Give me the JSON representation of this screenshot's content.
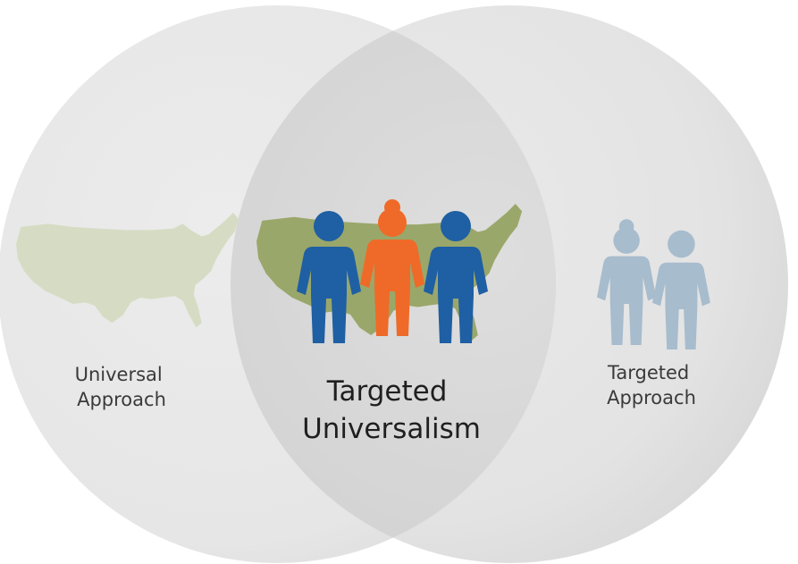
{
  "diagram": {
    "left_circle": {
      "label_line1": "Universal",
      "label_line2": "Approach"
    },
    "center_overlap": {
      "label_line1": "Targeted",
      "label_line2": "Universalism"
    },
    "right_circle": {
      "label_line1": "Targeted",
      "label_line2": "Approach"
    },
    "colors": {
      "map_faded": "#d6dcc4",
      "map_center": "#9aa76a",
      "figure_blue": "#1f5fa3",
      "figure_orange": "#ef6a28",
      "figure_light_blue": "#a7bccd"
    },
    "icons": {
      "left_circle": [
        "us-map-icon"
      ],
      "center_overlap": [
        "us-map-icon",
        "person-icon",
        "person-icon",
        "person-icon"
      ],
      "right_circle": [
        "person-icon",
        "person-icon"
      ]
    }
  }
}
